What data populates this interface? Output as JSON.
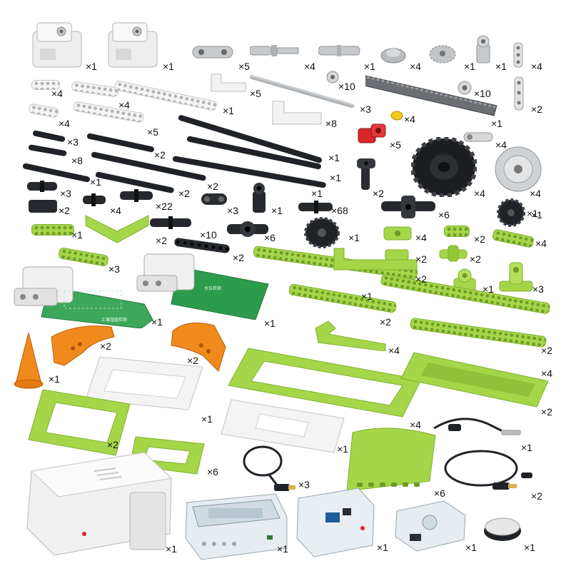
{
  "counts": [
    "×1",
    "×1",
    "×5",
    "×4",
    "×1",
    "×4",
    "×1",
    "×1",
    "×4",
    "×4",
    "×5",
    "×10",
    "×10",
    "×2",
    "×4",
    "×1",
    "×3",
    "×1",
    "×4",
    "×5",
    "×8",
    "×4",
    "×5",
    "×4",
    "×3",
    "×2",
    "×1",
    "×8",
    "×1",
    "×1",
    "×4",
    "×4",
    "×3",
    "×1",
    "×2",
    "×2",
    "×1",
    "×2",
    "×2",
    "×4",
    "×22",
    "×3",
    "×1",
    "×68",
    "×6",
    "×1",
    "×1",
    "×2",
    "×10",
    "×6",
    "×1",
    "×4",
    "×2",
    "×4",
    "×2",
    "×2",
    "×3",
    "×2",
    "×2",
    "×1",
    "×3",
    "×1",
    "×1",
    "×1",
    "×2",
    "×2",
    "×2",
    "×4",
    "×2",
    "×1",
    "×4",
    "×1",
    "×4",
    "×2",
    "×2",
    "×6",
    "×1",
    "×3",
    "×6",
    "×1",
    "×2",
    "×1",
    "×1",
    "×1",
    "×1",
    "×1"
  ],
  "pcb_labels": [
    "土壤湿度检测",
    "水位检测"
  ],
  "colors": {
    "lime": "#a5d64a",
    "orange": "#f08a1c",
    "black": "#1f2226",
    "white": "#f4f4f4",
    "red": "#d9262b",
    "yellow": "#f2c81a"
  }
}
